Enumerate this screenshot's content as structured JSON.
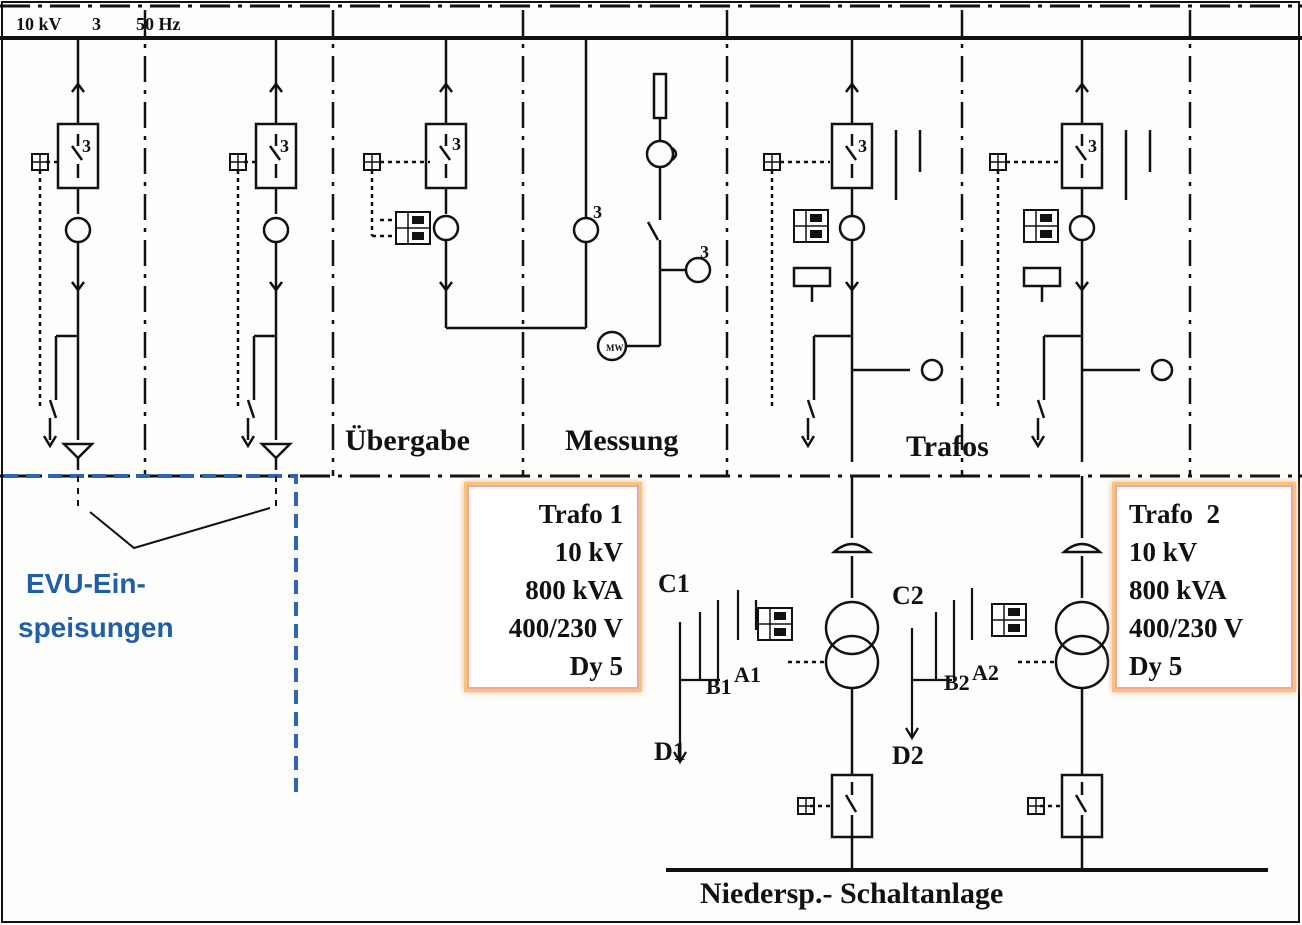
{
  "header": {
    "voltage": "10 kV",
    "phases": "3",
    "frequency": "50 Hz"
  },
  "sections": {
    "uebergabe": "Übergabe",
    "messung": "Messung",
    "trafos": "Trafos",
    "nsanlage": "Niedersp.- Schaltanlage"
  },
  "evu": {
    "line1": "EVU-Ein-",
    "line2": "speisungen"
  },
  "trafo1": {
    "name": "Trafo 1",
    "voltage": "10 kV",
    "power": "800 kVA",
    "secondary": "400/230 V",
    "vector_group": "Dy 5"
  },
  "trafo2": {
    "name": "Trafo  2",
    "voltage": "10 kV",
    "power": "800 kVA",
    "secondary": "400/230 V",
    "vector_group": "Dy 5"
  },
  "switch_labels": {
    "c1": "C1",
    "b1": "B1",
    "a1": "A1",
    "d1": "D1",
    "c2": "C2",
    "b2": "B2",
    "a2": "A2",
    "d2": "D2"
  },
  "pole_count": "3",
  "wattmeter": "MW",
  "colors": {
    "line": "#111111",
    "evu_blue": "#1f5fa8",
    "box_border": "#f3c57a"
  }
}
